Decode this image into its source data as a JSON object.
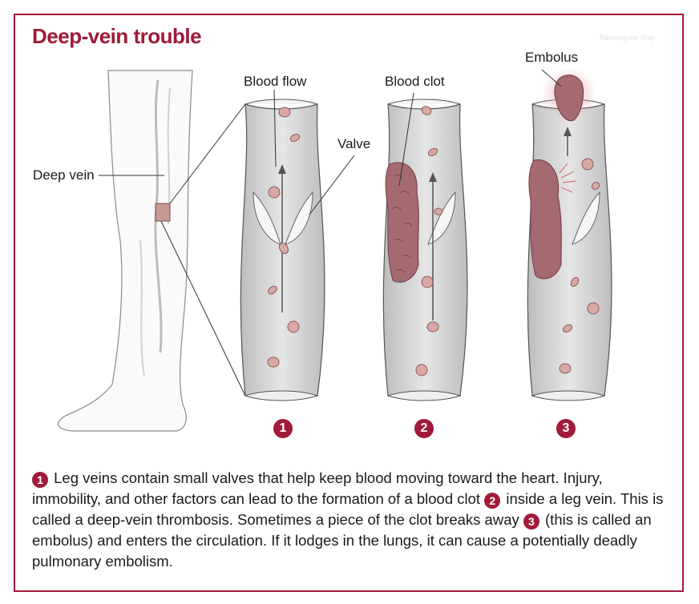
{
  "title": "Deep-vein trouble",
  "watermark": "Rectangular Snip",
  "labels": {
    "deep_vein": "Deep vein",
    "blood_flow": "Blood flow",
    "valve": "Valve",
    "blood_clot": "Blood clot",
    "embolus": "Embolus"
  },
  "stage_badges": [
    "1",
    "2",
    "3"
  ],
  "caption": {
    "part1": "Leg veins contain small valves that help keep blood moving toward the heart. Injury, immobility, and other factors can lead to the formation of a blood clot",
    "part2": "inside a leg vein. This is called a deep-vein thrombosis. Sometimes a piece of the clot breaks away",
    "part3": "(this is called an embolus) and enters the circulation. If it lodges in the lungs, it can cause a potentially deadly pulmonary embolism."
  },
  "colors": {
    "accent": "#a01a3a",
    "clot": "#a46a6f",
    "cell": "#d9a8a4",
    "vein_interior": "#d6d6d6"
  }
}
